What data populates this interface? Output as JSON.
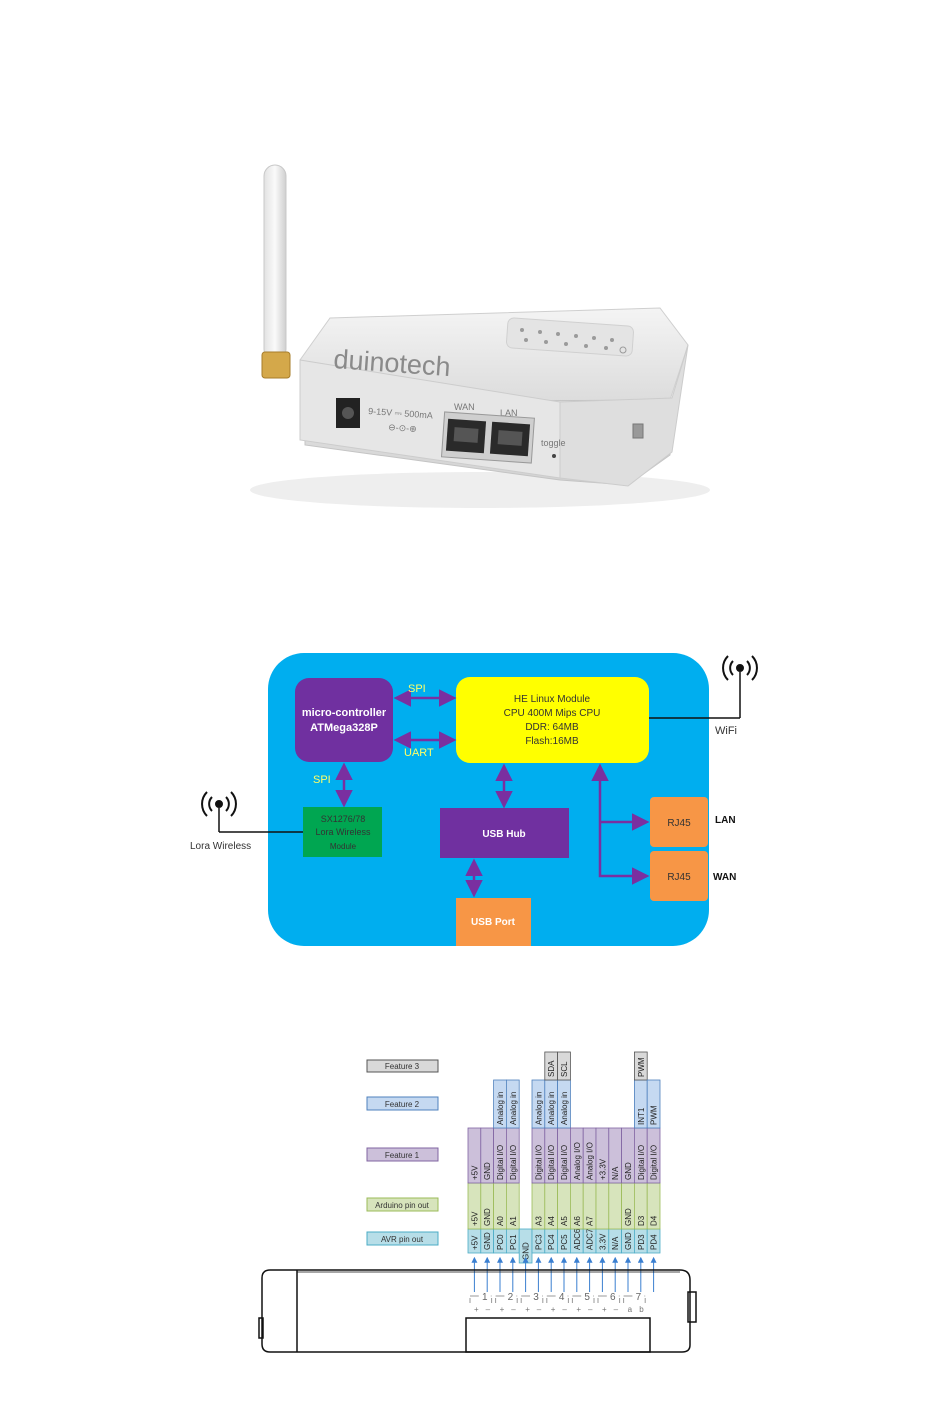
{
  "product": {
    "brand": "duinotech",
    "power_spec": "9-15V ⎓ 500mA",
    "port_wan": "WAN",
    "port_lan": "LAN",
    "button_label": "toggle"
  },
  "block_diagram": {
    "mcu": [
      "micro-controller",
      "ATMega328P"
    ],
    "linux": [
      "HE Linux Module",
      "CPU 400M Mips CPU",
      "DDR: 64MB",
      "Flash:16MB"
    ],
    "spi_top": "SPI",
    "uart": "UART",
    "spi_left": "SPI",
    "lora_module": [
      "SX1276/78",
      "Lora Wireless",
      "Module"
    ],
    "usb_hub": "USB Hub",
    "usb_port": "USB Port",
    "rj45_a": "RJ45",
    "rj45_b": "RJ45",
    "lan": "LAN",
    "wan": "WAN",
    "wifi": "WiFi",
    "lora_wireless": "Lora Wireless"
  },
  "pinout": {
    "legend": {
      "feature3": "Feature 3",
      "feature2": "Feature 2",
      "feature1": "Feature 1",
      "arduino": "Arduino  pin out",
      "avr": "AVR pin out"
    },
    "avr": [
      "+5V",
      "GND",
      "PC0",
      "PC1",
      "GND",
      "PC3",
      "PC4",
      "PC5",
      "ADC6",
      "ADC7",
      "GND",
      "PD3",
      "PD4"
    ],
    "arduino": [
      "+5V",
      "GND",
      "A0",
      "A1",
      "",
      "A3",
      "A4",
      "A5",
      "A6",
      "A7",
      "GND",
      "D3",
      "D4"
    ],
    "feature1": [
      "+5V",
      "GND",
      "Digital I/O",
      "Digital I/O",
      "",
      "Digital I/O",
      "Digital I/O",
      "Digital I/O",
      "Analog I/O",
      "Analog I/O",
      "GND",
      "Digital I/O",
      "Digital I/O"
    ],
    "feature1_extra": [
      "+3.3V",
      "N/A"
    ],
    "feature2": [
      "",
      "",
      "Analog in",
      "Analog in",
      "",
      "Analog in",
      "Analog in",
      "Analog in",
      "",
      "",
      "",
      "INT1",
      "PWM"
    ],
    "feature3": [
      "",
      "",
      "",
      "",
      "",
      "",
      "SDA",
      "SCL",
      "",
      "",
      "",
      "PWM",
      ""
    ],
    "connector_numbers": [
      "1",
      "2",
      "3",
      "4",
      "5",
      "6",
      "7"
    ],
    "connector_plus": "+",
    "connector_minus": "–",
    "connector_a": "a",
    "connector_b": "b",
    "extra_bottom": [
      "3.3V",
      "N/A"
    ]
  }
}
